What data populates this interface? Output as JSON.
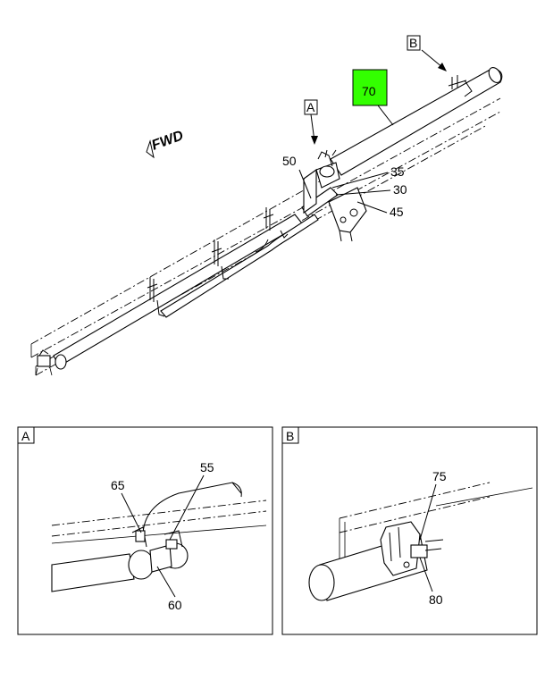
{
  "main_view": {
    "fwd_label": "FWD",
    "callouts": {
      "c70": "70",
      "c50": "50",
      "c35": "35",
      "c30": "30",
      "c45": "45",
      "view_a": "A",
      "view_b": "B"
    },
    "highlight_color": "#33ff00"
  },
  "detail_a": {
    "title": "A",
    "callouts": {
      "c65": "65",
      "c55": "55",
      "c60": "60"
    }
  },
  "detail_b": {
    "title": "B",
    "callouts": {
      "c75": "75",
      "c80": "80"
    }
  }
}
